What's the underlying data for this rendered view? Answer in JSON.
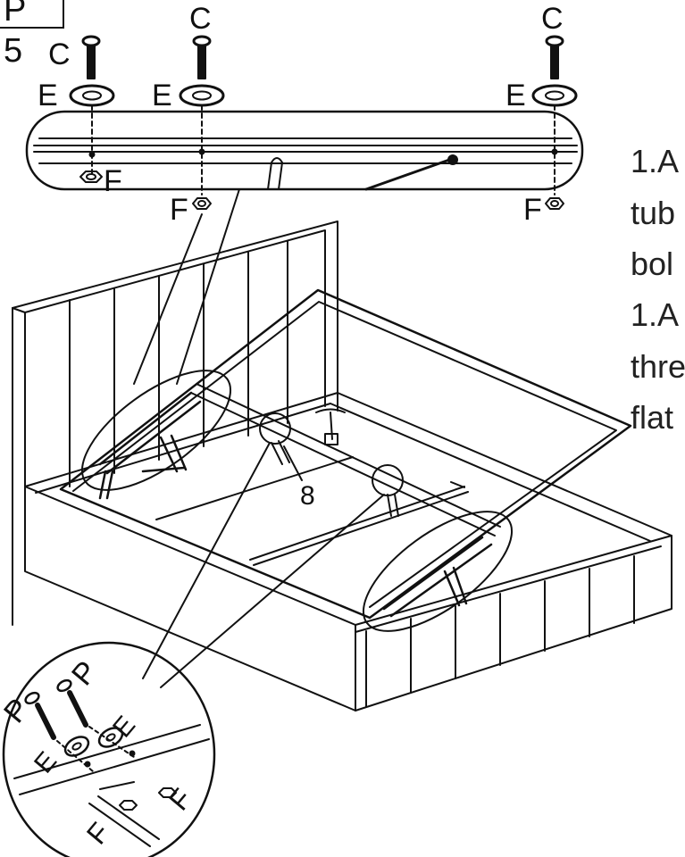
{
  "step": {
    "label": "P 5"
  },
  "parts": {
    "bolt": "C",
    "washer": "E",
    "nut": "F",
    "pin": "P",
    "strut": "8"
  },
  "instructions": {
    "lines": [
      "1.A",
      "tub",
      "bol",
      "1.A",
      "thre",
      "flat"
    ]
  },
  "colors": {
    "ink": "#111111",
    "paper": "#ffffff"
  }
}
